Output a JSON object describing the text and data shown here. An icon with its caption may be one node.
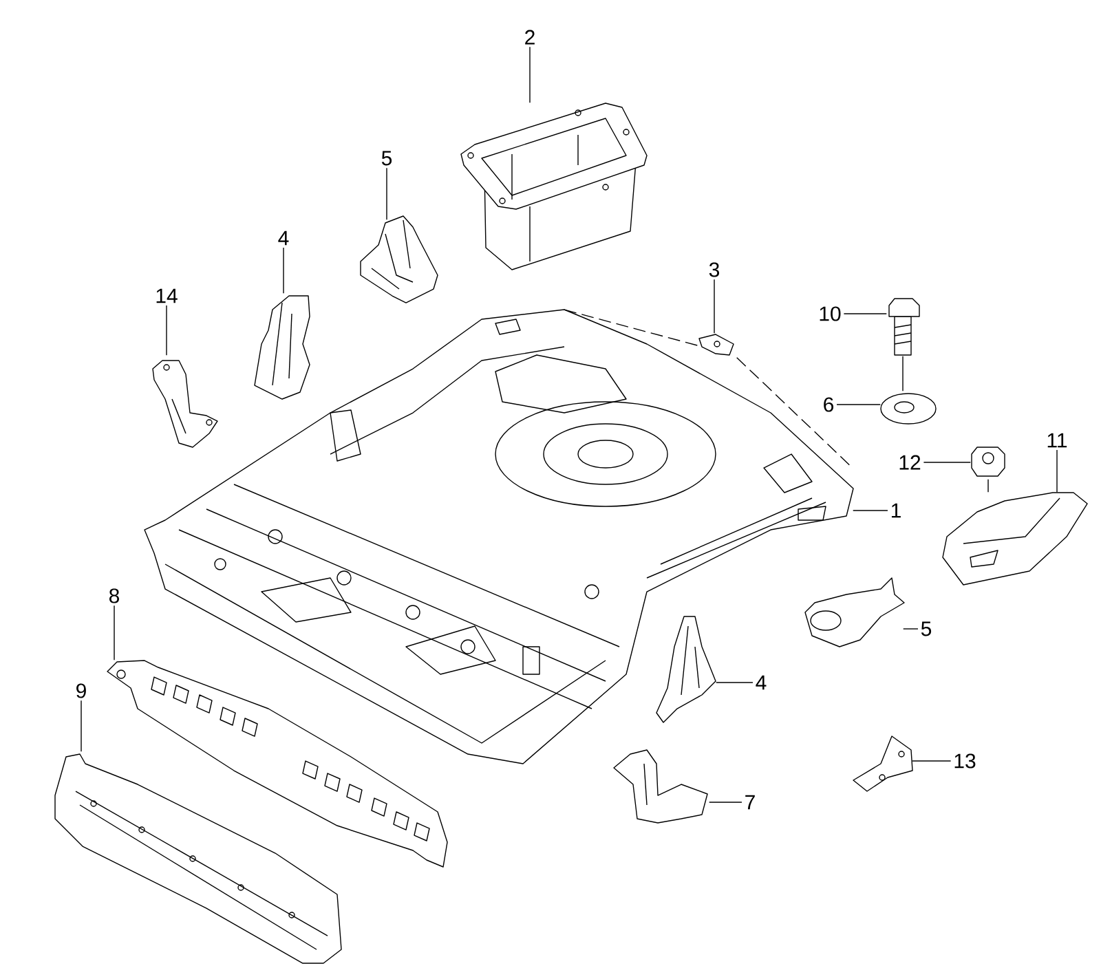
{
  "diagram": {
    "nodes": [
      {
        "text": [
          "2"
        ]
      },
      {
        "text": [
          "5"
        ]
      },
      {
        "text": [
          "4"
        ]
      },
      {
        "text": [
          "14"
        ]
      },
      {
        "text": [
          "3"
        ]
      },
      {
        "text": [
          "10"
        ]
      },
      {
        "text": [
          "6"
        ]
      },
      {
        "text": [
          "12"
        ]
      },
      {
        "text": [
          "11"
        ]
      },
      {
        "text": [
          "1"
        ]
      },
      {
        "text": [
          "8"
        ]
      },
      {
        "text": [
          "5"
        ]
      },
      {
        "text": [
          "4"
        ]
      },
      {
        "text": [
          "9"
        ]
      },
      {
        "text": [
          "7"
        ]
      },
      {
        "text": [
          "13"
        ]
      },
      {
        "text": [],
        "shape": "picture"
      },
      {
        "text": [],
        "shape": "picture"
      },
      {
        "text": [],
        "shape": "picture"
      },
      {
        "text": [],
        "shape": "picture"
      },
      {
        "text": [],
        "shape": "picture"
      },
      {
        "text": [],
        "shape": "picture"
      },
      {
        "text": [],
        "shape": "picture"
      },
      {
        "text": [],
        "shape": "picture"
      },
      {
        "text": [],
        "shape": "picture"
      },
      {
        "text": [],
        "shape": "picture"
      },
      {
        "text": [],
        "shape": "picture"
      },
      {
        "text": [],
        "shape": "picture"
      },
      {
        "text": [],
        "shape": "picture"
      },
      {
        "text": [],
        "shape": "picture"
      },
      {
        "text": [],
        "shape": "picture"
      },
      {
        "text": [],
        "shape": "picture"
      }
    ],
    "edges": [
      {
        "from": 0,
        "to": 16,
        "arrow": "none"
      },
      {
        "from": 1,
        "to": 17,
        "arrow": "none"
      },
      {
        "from": 2,
        "to": 18,
        "arrow": "none"
      },
      {
        "from": 3,
        "to": 19,
        "arrow": "none"
      },
      {
        "from": 4,
        "to": 20,
        "arrow": "none"
      },
      {
        "from": 5,
        "to": 21,
        "arrow": "none"
      },
      {
        "from": 6,
        "to": 22,
        "arrow": "none"
      },
      {
        "from": 7,
        "to": 23,
        "arrow": "none"
      },
      {
        "from": 8,
        "to": 24,
        "arrow": "none"
      },
      {
        "from": 9,
        "to": 25,
        "arrow": "none"
      },
      {
        "from": 10,
        "to": 26,
        "arrow": "none"
      },
      {
        "from": 11,
        "to": 27,
        "arrow": "none"
      },
      {
        "from": 12,
        "to": 28,
        "arrow": "none"
      },
      {
        "from": 13,
        "to": 29,
        "arrow": "none"
      },
      {
        "from": 14,
        "to": 30,
        "arrow": "none"
      },
      {
        "from": 15,
        "to": 31,
        "arrow": "none"
      },
      {
        "from": 20,
        "to": 25,
        "arrow": "none",
        "style": "dashed"
      },
      {
        "from": 20,
        "to": 25,
        "arrow": "none",
        "style": "dashed"
      },
      {
        "from": 21,
        "to": 22,
        "arrow": "none"
      },
      {
        "from": 23,
        "to": 24,
        "arrow": "none"
      }
    ]
  }
}
